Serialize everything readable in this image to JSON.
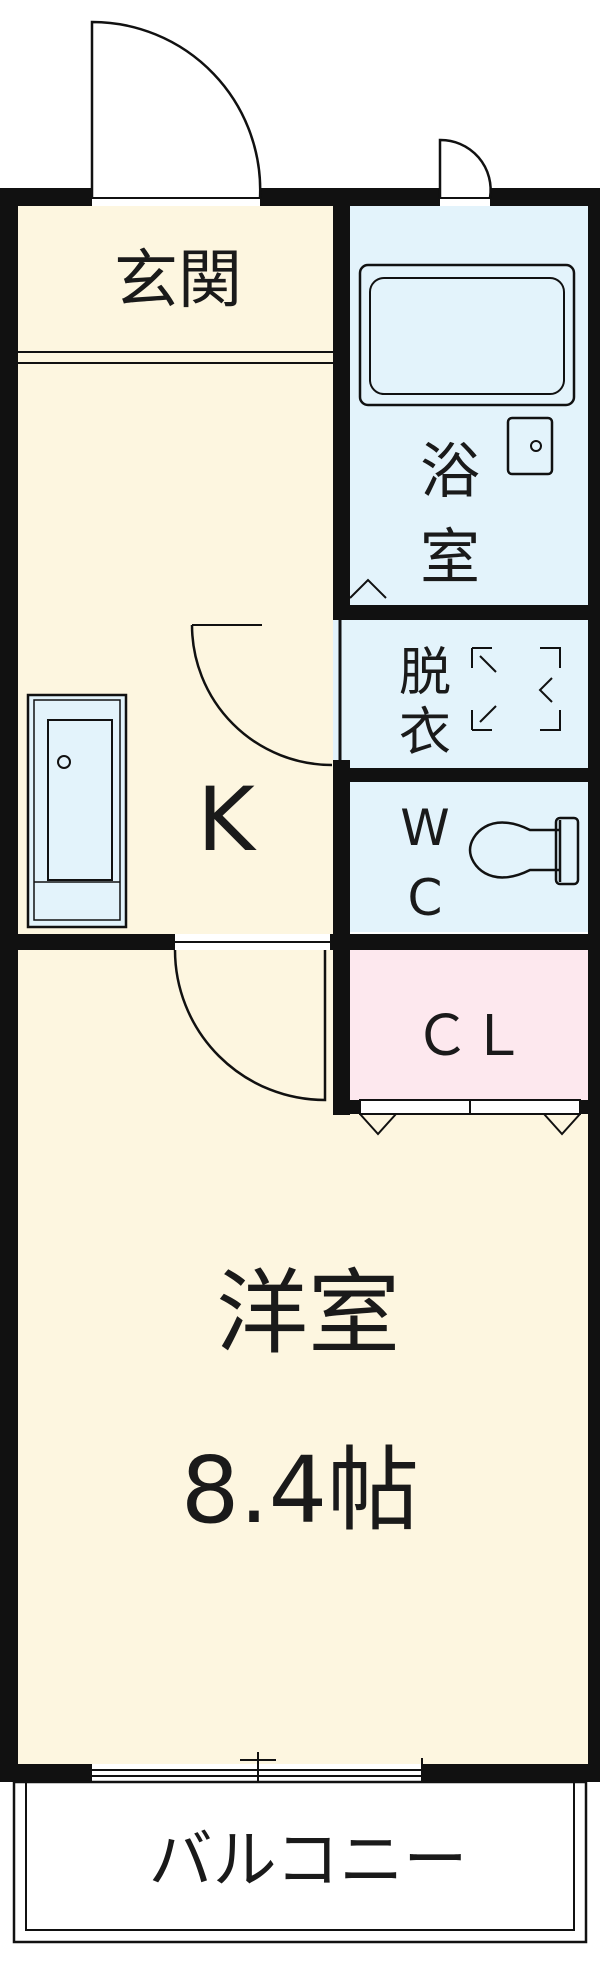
{
  "rooms": {
    "entrance": "玄関",
    "bath_line1": "浴",
    "bath_line2": "室",
    "dressing_line1": "脱",
    "dressing_line2": "衣",
    "wc_line1": "W",
    "wc_line2": "C",
    "kitchen": "K",
    "closet": "ＣＬ",
    "western_room": "洋室",
    "western_room_size": "8.4帖",
    "balcony": "バルコニー"
  },
  "colors": {
    "wall": "#111111",
    "floor_wood": "#fdf6e0",
    "wet_area": "#e3f3fb",
    "closet": "#fde8ee",
    "balcony": "#ffffff"
  }
}
